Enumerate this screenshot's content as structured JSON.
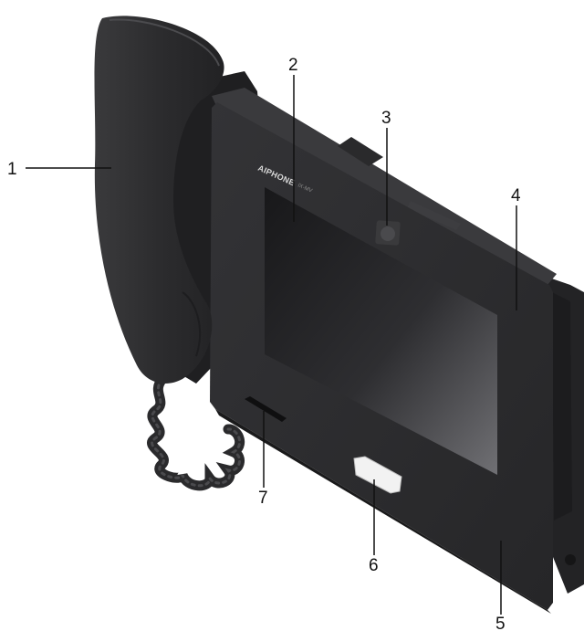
{
  "brand": {
    "logo_text": "AIPHONE",
    "model_text": "IX-MV"
  },
  "callouts": [
    {
      "id": "1",
      "label": "1"
    },
    {
      "id": "2",
      "label": "2"
    },
    {
      "id": "3",
      "label": "3"
    },
    {
      "id": "4",
      "label": "4"
    },
    {
      "id": "5",
      "label": "5"
    },
    {
      "id": "6",
      "label": "6"
    },
    {
      "id": "7",
      "label": "7"
    }
  ],
  "colors": {
    "body": "#2b2b2d",
    "handset": "#2e2e30",
    "screen_dark": "#1a1a1c",
    "screen_light": "#6a6a6e",
    "leader_line": "#111111",
    "indicator": "#f2f2f2"
  }
}
